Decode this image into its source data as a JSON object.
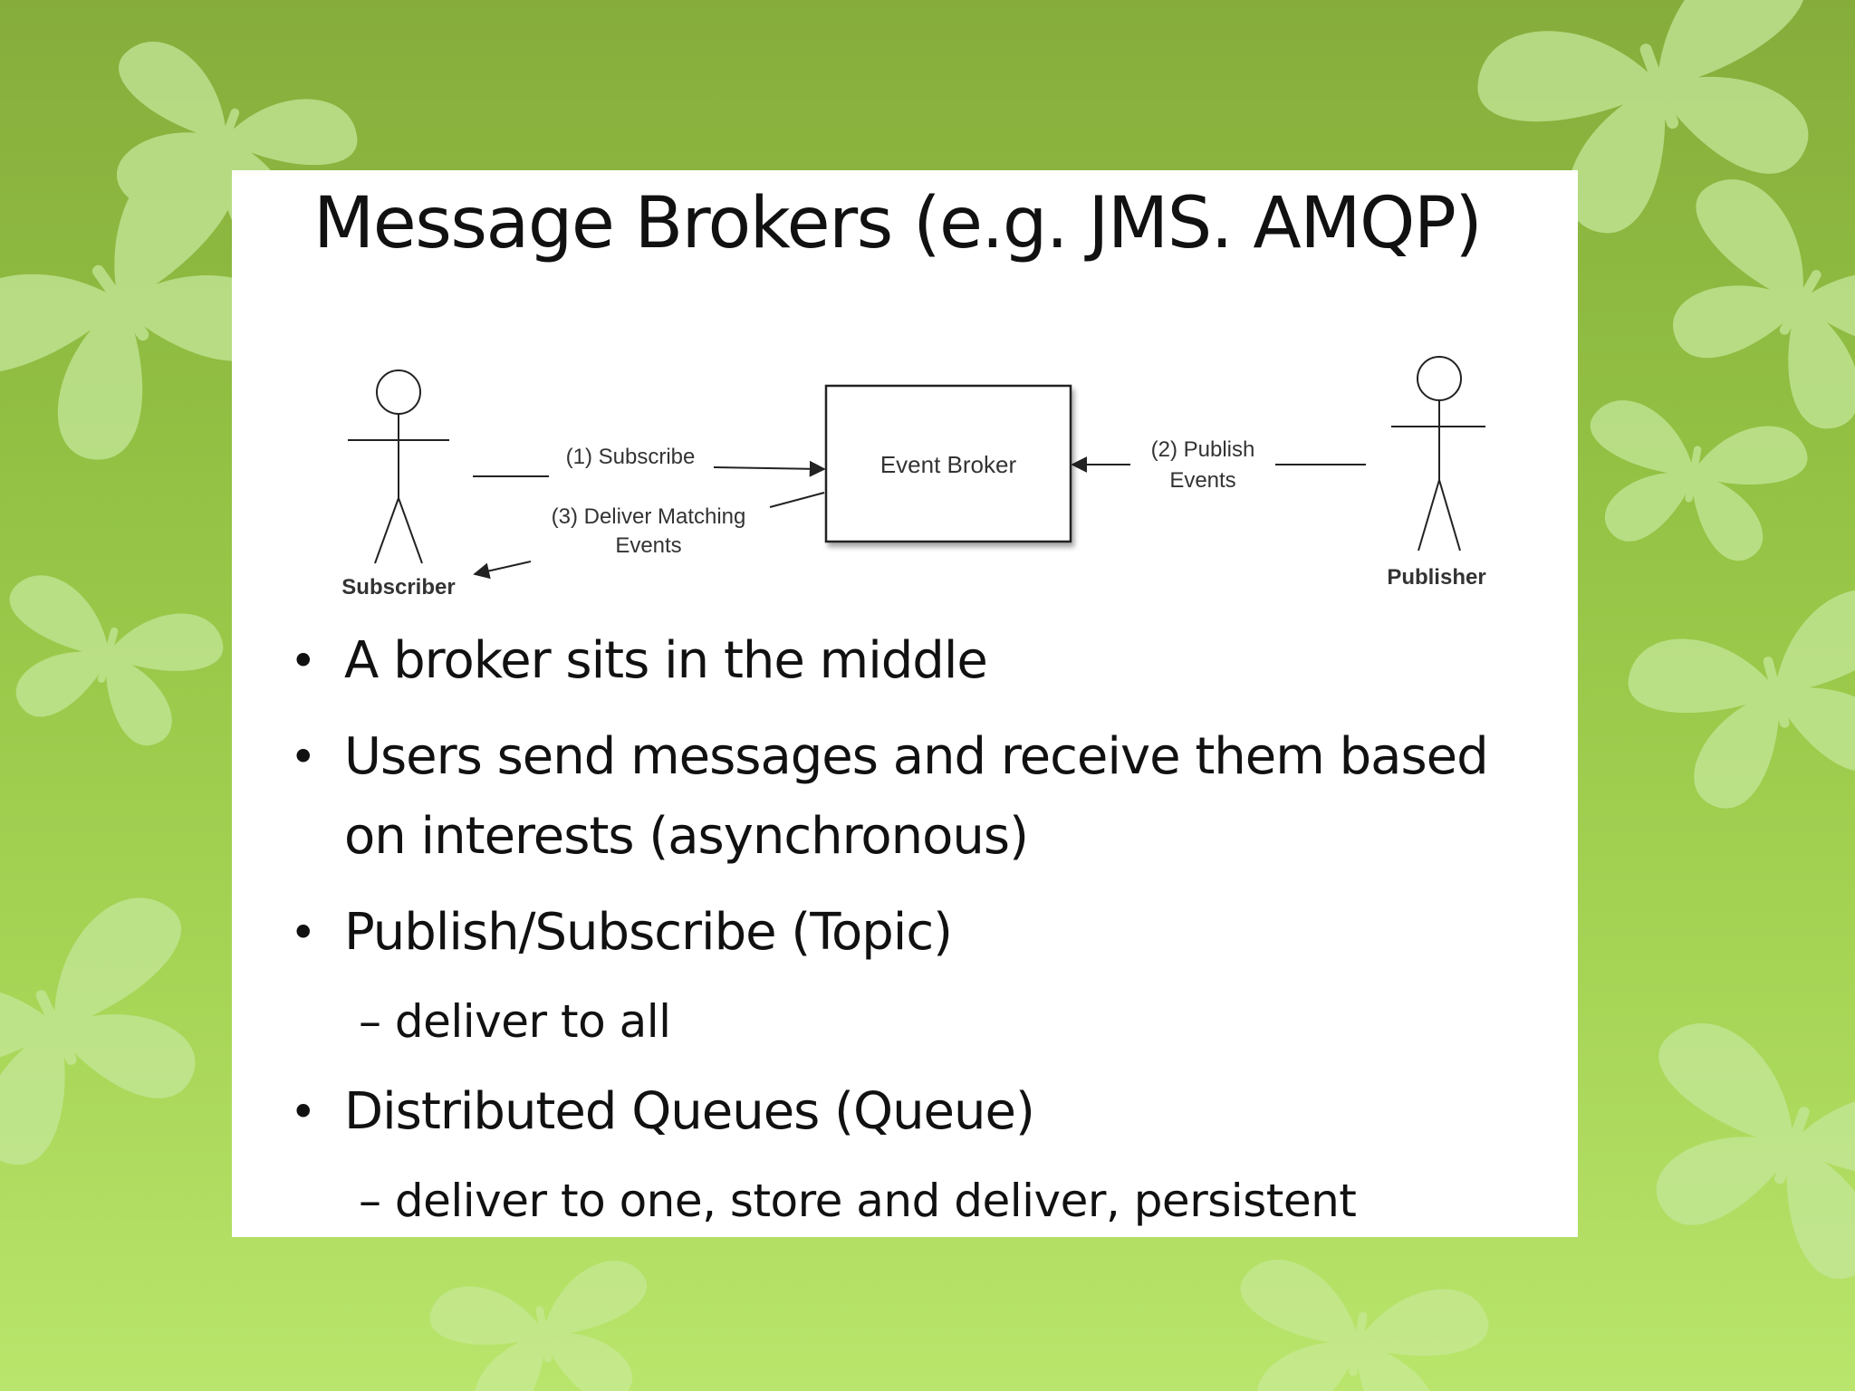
{
  "slide": {
    "title": "Message Brokers (e.g. JMS. AMQP)"
  },
  "diagram": {
    "subscriber_label": "Subscriber",
    "publisher_label": "Publisher",
    "broker_label": "Event Broker",
    "subscribe_label": "(1) Subscribe",
    "publish_label_line1": "(2) Publish",
    "publish_label_line2": "Events",
    "deliver_label_line1": "(3) Deliver Matching",
    "deliver_label_line2": "Events"
  },
  "bullets": [
    {
      "text": "A broker sits in the middle"
    },
    {
      "text_line1": "Users send messages and receive them based",
      "text_line2": "on interests (asynchronous)"
    },
    {
      "text": "Publish/Subscribe (Topic)",
      "sub": "– deliver to all"
    },
    {
      "text": "Distributed Queues (Queue)",
      "sub": "– deliver to one, store and deliver, persistent"
    }
  ],
  "bullet_symbol": "•",
  "colors": {
    "background_top": "#86ad3c",
    "background_bottom": "#b9e56c",
    "butterfly": "#c4e79a",
    "slide": "#ffffff",
    "text": "#111111"
  },
  "icons": [
    "butterfly-icon",
    "stick-figure-icon"
  ]
}
